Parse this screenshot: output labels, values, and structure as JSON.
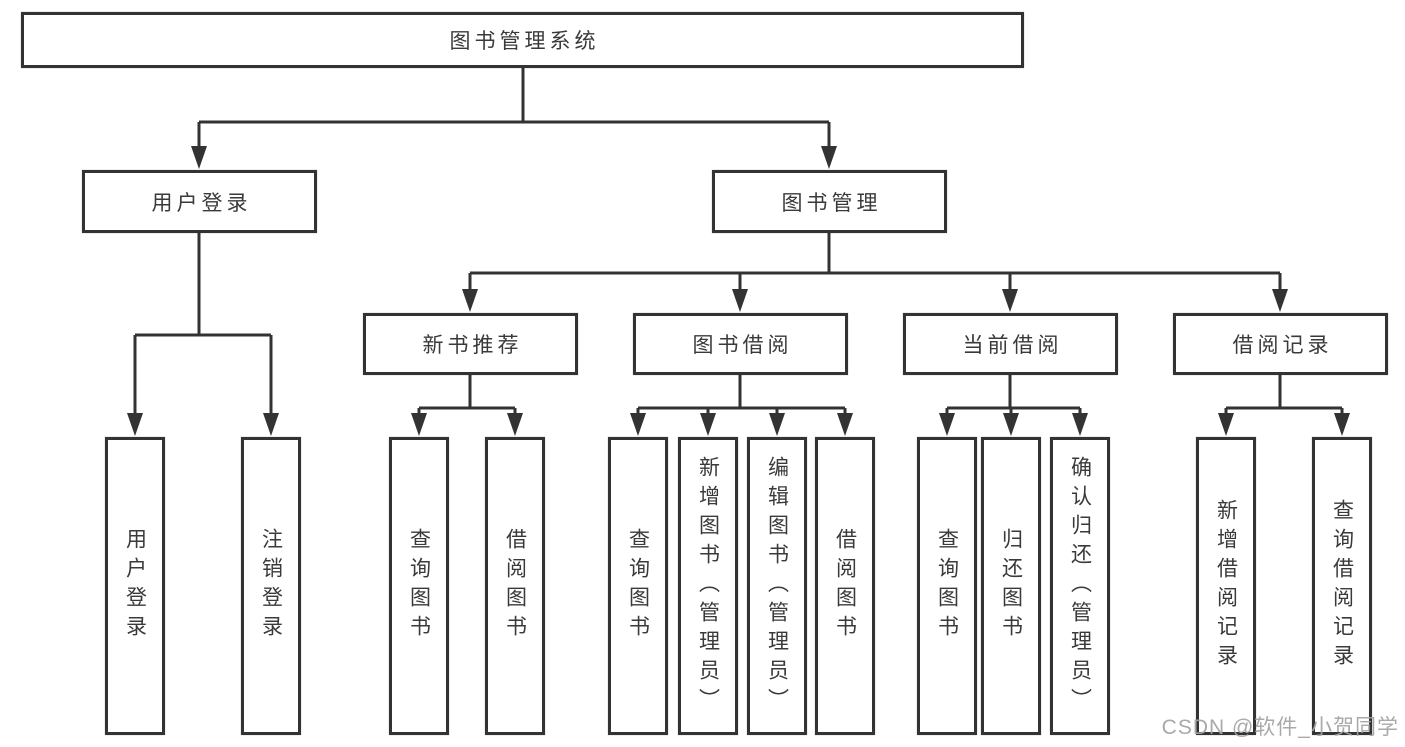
{
  "diagram": {
    "root": {
      "label": "图书管理系统"
    },
    "level2": [
      {
        "label": "用户登录",
        "children": [
          "用户登录",
          "注销登录"
        ]
      },
      {
        "label": "图书管理"
      }
    ],
    "level3": [
      {
        "label": "新书推荐",
        "children": [
          "查询图书",
          "借阅图书"
        ]
      },
      {
        "label": "图书借阅",
        "children": [
          "查询图书",
          "新增图书（管理员）",
          "编辑图书（管理员）",
          "借阅图书"
        ]
      },
      {
        "label": "当前借阅",
        "children": [
          "查询图书",
          "归还图书",
          "确认归还（管理员）"
        ]
      },
      {
        "label": "借阅记录",
        "children": [
          "新增借阅记录",
          "查询借阅记录"
        ]
      }
    ]
  },
  "watermark": {
    "text": "CSDN @软件_小贺同学"
  },
  "colors": {
    "line": "#333333",
    "box_border": "#333333",
    "text": "#3a3a3a",
    "background": "#ffffff",
    "watermark": "#a4a4a4"
  }
}
